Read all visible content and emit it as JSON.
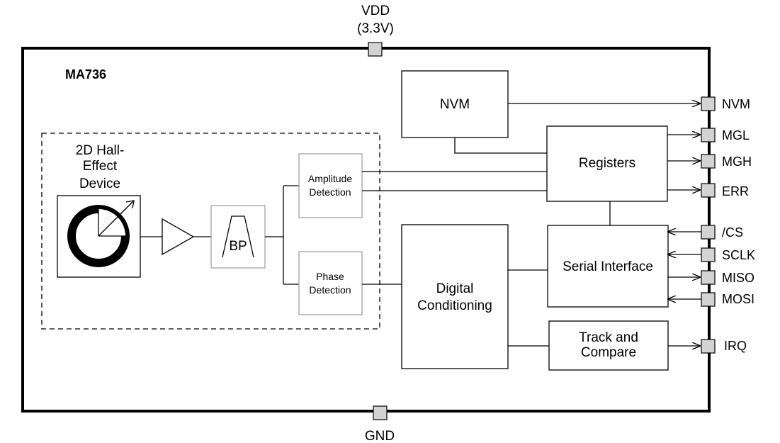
{
  "power": {
    "vdd_label": "VDD",
    "vdd_voltage": "(3.3V)",
    "gnd_label": "GND"
  },
  "chip": {
    "name": "MA736"
  },
  "blocks": {
    "hall_line1": "2D Hall-",
    "hall_line2": "Effect",
    "hall_line3": "Device",
    "bandpass": "BP",
    "amplitude_line1": "Amplitude",
    "amplitude_line2": "Detection",
    "phase_line1": "Phase",
    "phase_line2": "Detection",
    "nvm": "NVM",
    "registers": "Registers",
    "digital_line1": "Digital",
    "digital_line2": "Conditioning",
    "serial": "Serial Interface",
    "track_line1": "Track and",
    "track_line2": "Compare"
  },
  "pins": {
    "nvm": "NVM",
    "mgl": "MGL",
    "mgh": "MGH",
    "err": "ERR",
    "cs": "/CS",
    "sclk": "SCLK",
    "miso": "MISO",
    "mosi": "MOSI",
    "irq": "IRQ"
  }
}
